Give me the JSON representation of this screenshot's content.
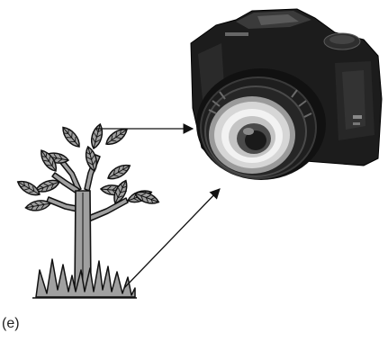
{
  "figure": {
    "panel_label": "(e)",
    "subjects": [
      {
        "name": "tree-with-grass",
        "icon": "tree-icon"
      },
      {
        "name": "camera",
        "icon": "camera-icon"
      }
    ],
    "colors": {
      "leaf_fill": "#a0a0a0",
      "outline": "#111111",
      "camera_body": "#1c1c1c",
      "arrow": "#111111"
    }
  }
}
